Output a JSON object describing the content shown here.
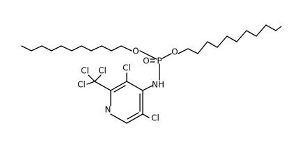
{
  "molecule": {
    "atom_labels": {
      "ester_oxygen_left": "O",
      "phosphorus": "P",
      "phosphoryl_oxygen": "O",
      "ester_oxygen_right": "O",
      "amine_nh": "NH",
      "ring_chlorine_upper": "Cl",
      "ring_chlorine_lower": "Cl",
      "ring_nitrogen": "N",
      "trichloromethyl_cl_top_left": "Cl",
      "trichloromethyl_cl_top_right": "Cl",
      "trichloromethyl_cl_left": "Cl"
    }
  }
}
